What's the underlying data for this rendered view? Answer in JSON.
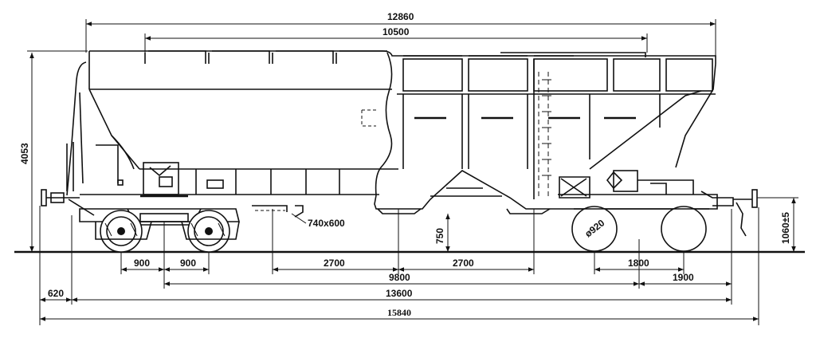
{
  "dimensions": {
    "overall_body_length": "12860",
    "roof_hatch_span": "10500",
    "height": "4053",
    "bogie_wheelbase_left": "900",
    "bogie_wheelbase_right": "900",
    "hopper_pitch_1": "2700",
    "hopper_pitch_2": "2700",
    "bogie_centers": "9800",
    "bogie_half_spacing": "1800",
    "bogie_end_offset": "1900",
    "coupler_overhang": "620",
    "coupler_axis_length": "13600",
    "overall_length": "15840",
    "hatch_size": "740x600",
    "hatch_height": "750",
    "wheel_diameter": "ø920",
    "coupler_height": "1060±5"
  }
}
